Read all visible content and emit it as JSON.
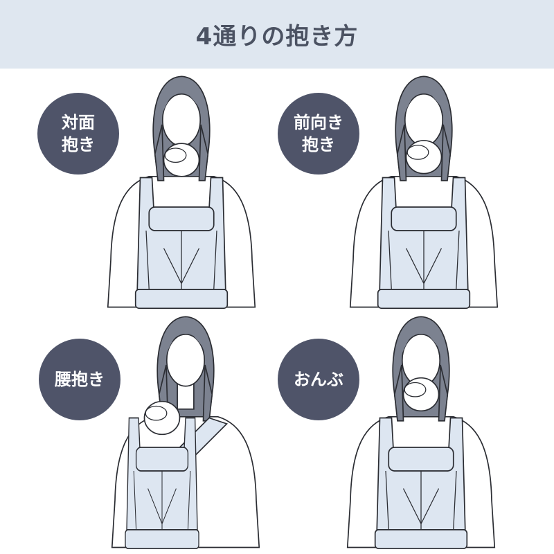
{
  "header": {
    "title": "4通りの抱き方"
  },
  "styles": [
    {
      "label": "対面\n抱き",
      "line1": "対面",
      "line2": "抱き"
    },
    {
      "label": "前向き\n抱き",
      "line1": "前向き",
      "line2": "抱き"
    },
    {
      "label": "腰抱き",
      "line1": "腰抱き",
      "line2": ""
    },
    {
      "label": "おんぶ",
      "line1": "おんぶ",
      "line2": ""
    }
  ],
  "colors": {
    "header_bg": "#dfe7f0",
    "title": "#4b5262",
    "badge": "#4f5469",
    "hair": "#7c8290",
    "carrier": "#dde6f1",
    "line": "#2b2d33"
  }
}
